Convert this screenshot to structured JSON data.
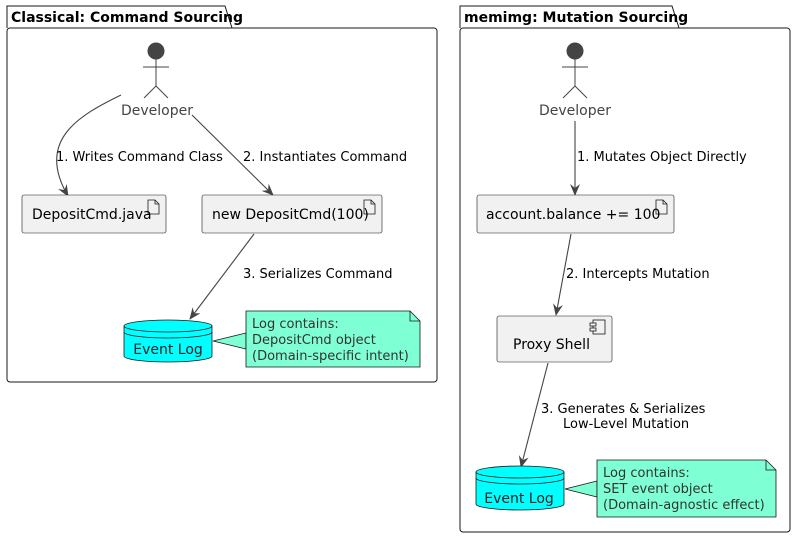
{
  "colors": {
    "database_fill": "#00FFFF",
    "note_fill": "#7FFFD4",
    "node_fill": "#F1F1F1",
    "edge": "#444444",
    "actor": "#444444"
  },
  "left_package": {
    "title": "Classical: Command Sourcing",
    "actor": {
      "label": "Developer",
      "icon": "stick-figure-actor-icon"
    },
    "artifact1": {
      "label": "DepositCmd.java",
      "icon": "document-artifact-icon"
    },
    "artifact2": {
      "label": "new DepositCmd(100)",
      "icon": "document-artifact-icon"
    },
    "database": {
      "label": "Event Log",
      "icon": "database-cylinder-icon"
    },
    "note": {
      "lines": [
        "Log contains:",
        "DepositCmd object",
        "(Domain-specific intent)"
      ]
    },
    "edges": {
      "e1": "1. Writes Command Class",
      "e2": "2. Instantiates Command",
      "e3": "3. Serializes Command"
    }
  },
  "right_package": {
    "title": "memimg: Mutation Sourcing",
    "actor": {
      "label": "Developer",
      "icon": "stick-figure-actor-icon"
    },
    "artifact": {
      "label": "account.balance += 100",
      "icon": "document-artifact-icon"
    },
    "component": {
      "label": "Proxy Shell",
      "icon": "component-icon"
    },
    "database": {
      "label": "Event Log",
      "icon": "database-cylinder-icon"
    },
    "note": {
      "lines": [
        "Log contains:",
        "SET event object",
        "(Domain-agnostic effect)"
      ]
    },
    "edges": {
      "e1": "1. Mutates Object Directly",
      "e2": "2. Intercepts Mutation",
      "e3_line1": "3. Generates & Serializes",
      "e3_line2": "Low-Level Mutation"
    }
  }
}
